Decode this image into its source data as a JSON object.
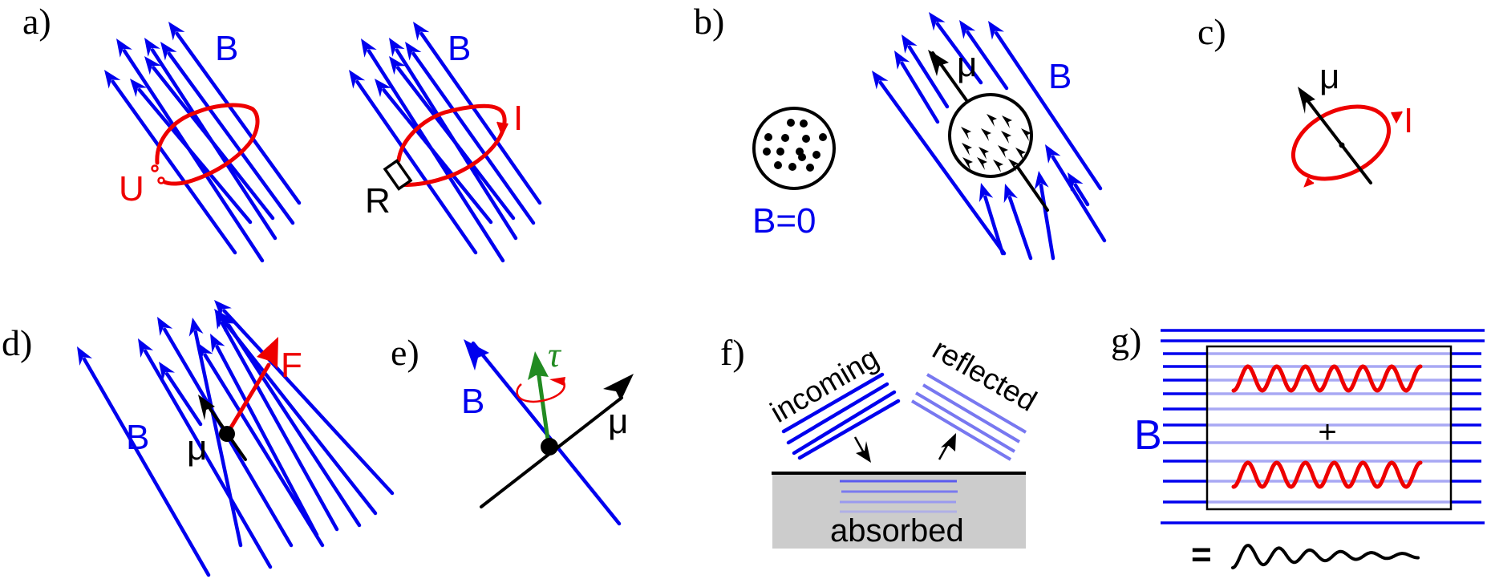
{
  "figure": {
    "colors": {
      "field": "#0000ee",
      "field_light": "#7878f0",
      "field_faint": "#a8a8f4",
      "current": "#ee0000",
      "moment": "#000000",
      "torque": "#228b22",
      "absorber": "#cccccc"
    },
    "panels": {
      "a": {
        "label": "a)",
        "left": {
          "field_label": "B",
          "loop_label": "U",
          "field_line_count": 7
        },
        "right": {
          "field_label": "B",
          "current_label": "I",
          "resistor_label": "R",
          "field_line_count": 7
        }
      },
      "b": {
        "label": "b)",
        "unmagnetized": {
          "field_label": "B=0",
          "dot_count": 14
        },
        "magnetized": {
          "field_label": "B",
          "moment_label": "μ",
          "spin_arrow_count": 14
        }
      },
      "c": {
        "label": "c)",
        "moment_label": "μ",
        "current_label": "I"
      },
      "d": {
        "label": "d)",
        "field_label": "B",
        "moment_label": "μ",
        "force_label": "F"
      },
      "e": {
        "label": "e)",
        "field_label": "B",
        "moment_label": "μ",
        "torque_label": "τ"
      },
      "f": {
        "label": "f)",
        "incoming_label": "incoming",
        "reflected_label": "reflected",
        "absorbed_label": "absorbed"
      },
      "g": {
        "label": "g)",
        "field_label": "B",
        "plus_sign": "+",
        "equals_sign": "="
      }
    }
  }
}
